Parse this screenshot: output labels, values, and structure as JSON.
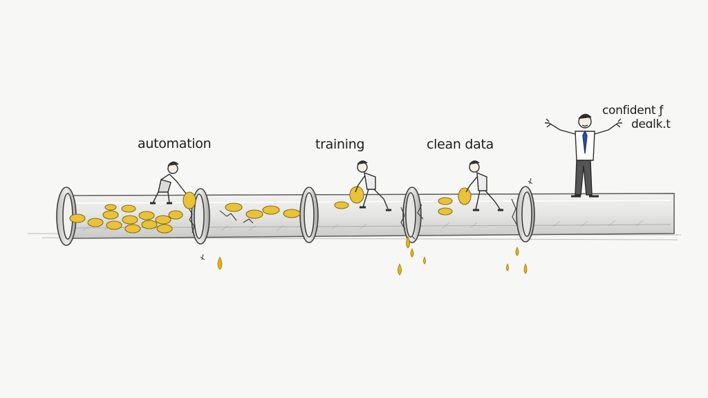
{
  "labels": {
    "automation": "automation",
    "training": "training",
    "clean_data": "clean data",
    "confident_line1": "confident ƒ",
    "confident_line2": "deɑlk.t"
  },
  "colors": {
    "background": "#f7f7f5",
    "pipe_fill": "#e4e4e2",
    "pipe_stroke": "#4a4a4a",
    "coin_fill": "#e8c33a",
    "coin_stroke": "#8a6a12",
    "drip": "#e2b318",
    "tie": "#2d4fa8"
  },
  "icons": [
    "coin-icon",
    "drip-icon",
    "worker-figure",
    "businessman-figure",
    "pipe-flange",
    "crack"
  ]
}
